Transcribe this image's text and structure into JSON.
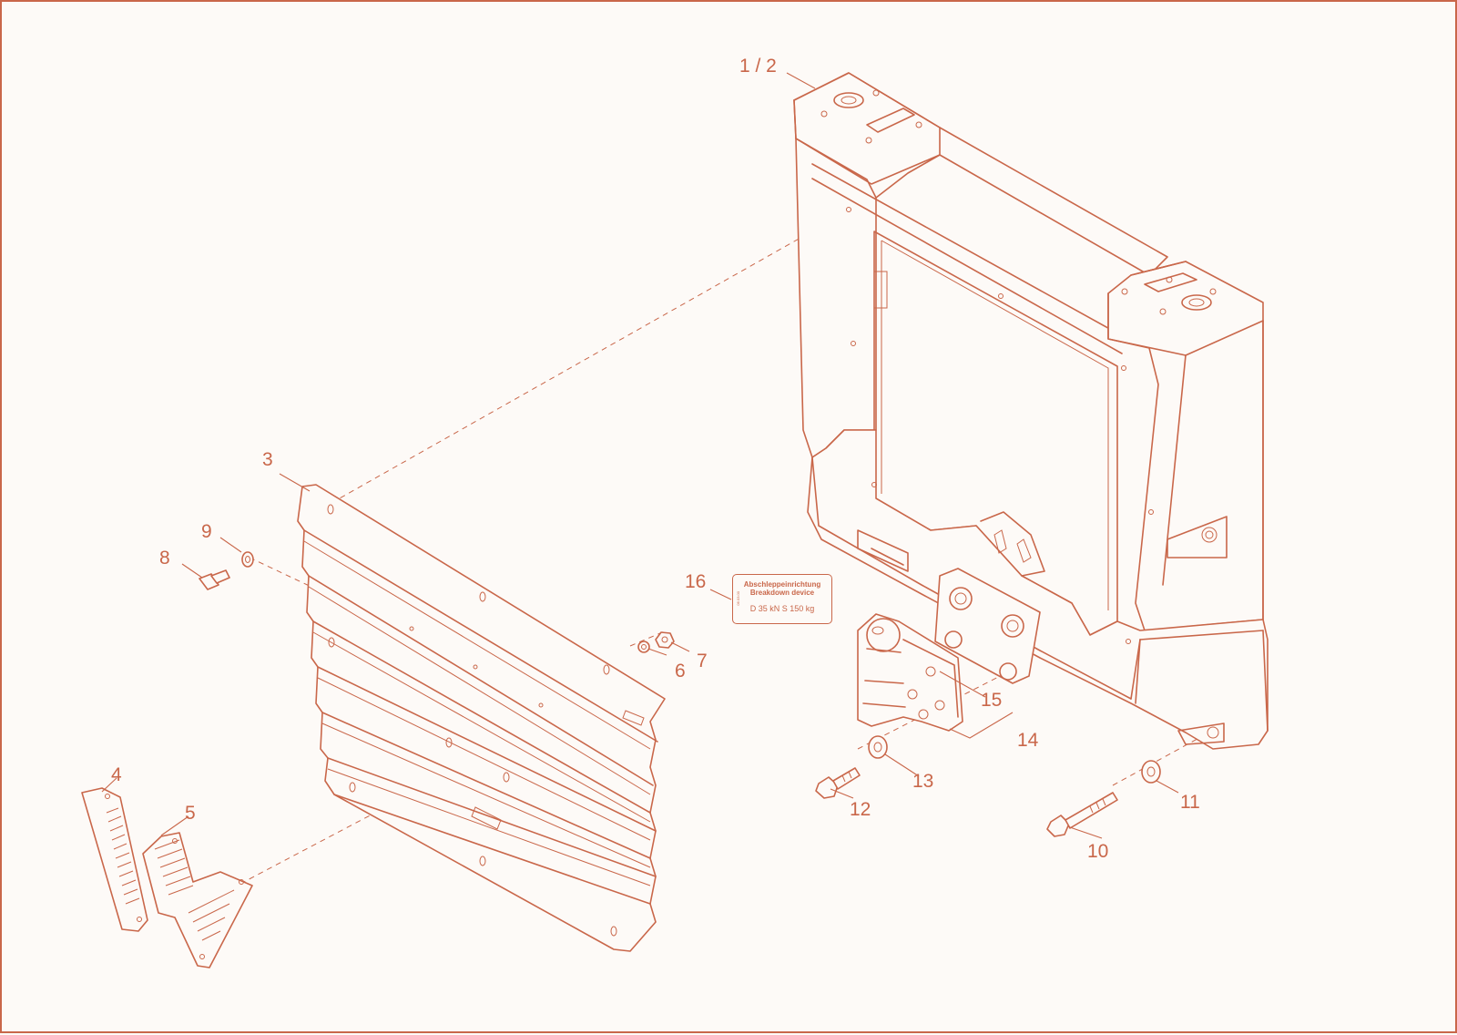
{
  "callouts": {
    "c1_2": "1 / 2",
    "c3": "3",
    "c4": "4",
    "c5": "5",
    "c6": "6",
    "c7": "7",
    "c8": "8",
    "c9": "9",
    "c10": "10",
    "c11": "11",
    "c12": "12",
    "c13": "13",
    "c14": "14",
    "c15": "15",
    "c16": "16"
  },
  "decal": {
    "line1": "Abschleppeinrichtung",
    "line2": "Breakdown device",
    "line3": "D 35 kN    S 150 kg",
    "code": "06.03.00"
  },
  "colors": {
    "line": "#c9674a",
    "background": "#fdfaf7"
  }
}
